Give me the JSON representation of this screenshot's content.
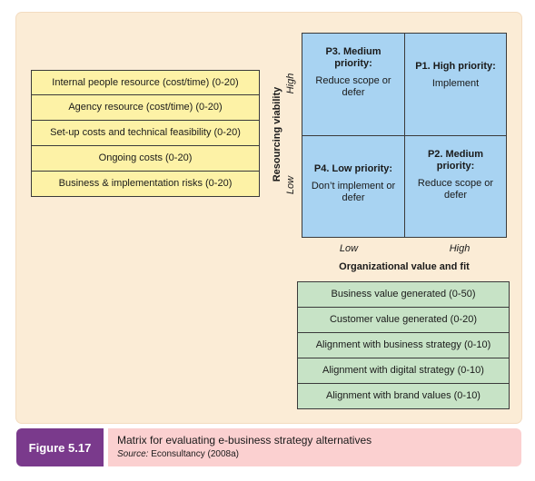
{
  "left_criteria": [
    "Internal people resource (cost/time) (0-20)",
    "Agency resource (cost/time) (0-20)",
    "Set-up costs and technical feasibility (0-20)",
    "Ongoing costs (0-20)",
    "Business & implementation risks (0-20)"
  ],
  "matrix": {
    "y_axis_title": "Resourcing viability",
    "y_high": "High",
    "y_low": "Low",
    "x_axis_title": "Organizational value and fit",
    "x_low": "Low",
    "x_high": "High",
    "p3": {
      "title": "P3. Medium priority:",
      "sub": "Reduce scope or defer"
    },
    "p1": {
      "title": "P1. High priority:",
      "sub": "Implement"
    },
    "p4": {
      "title": "P4. Low priority:",
      "sub": "Don’t implement or defer"
    },
    "p2": {
      "title": "P2. Medium priority:",
      "sub": "Reduce scope or defer"
    }
  },
  "bottom_criteria": [
    "Business value generated (0-50)",
    "Customer value generated (0-20)",
    "Alignment with business strategy (0-10)",
    "Alignment with digital strategy (0-10)",
    "Alignment with brand values (0-10)"
  ],
  "figure": {
    "label": "Figure 5.17",
    "caption": "Matrix for evaluating e-business strategy alternatives",
    "source_label": "Source:",
    "source_text": "Econsultancy (2008a)"
  }
}
